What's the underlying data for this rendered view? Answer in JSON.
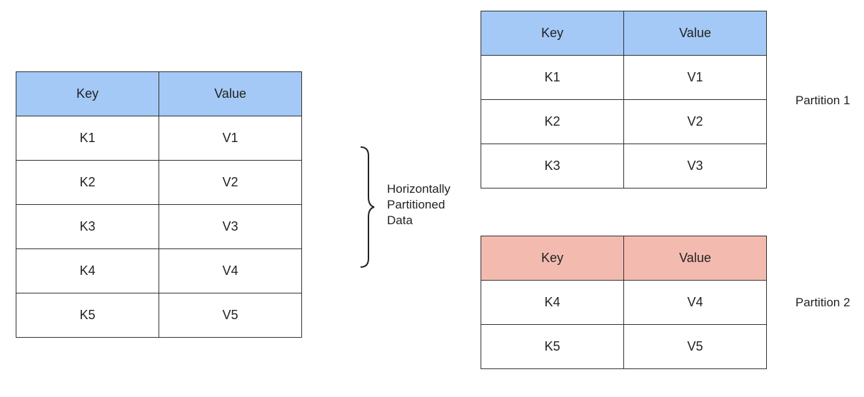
{
  "source_table": {
    "headers": [
      "Key",
      "Value"
    ],
    "header_color": "#a4c9f7",
    "rows": [
      [
        "K1",
        "V1"
      ],
      [
        "K2",
        "V2"
      ],
      [
        "K3",
        "V3"
      ],
      [
        "K4",
        "V4"
      ],
      [
        "K5",
        "V5"
      ]
    ]
  },
  "brace_label": [
    "Horizontally",
    "Partitioned",
    "Data"
  ],
  "partition1": {
    "label": "Partition 1",
    "headers": [
      "Key",
      "Value"
    ],
    "header_color": "#a4c9f7",
    "rows": [
      [
        "K1",
        "V1"
      ],
      [
        "K2",
        "V2"
      ],
      [
        "K3",
        "V3"
      ]
    ]
  },
  "partition2": {
    "label": "Partition 2",
    "headers": [
      "Key",
      "Value"
    ],
    "header_color": "#f3bbb0",
    "rows": [
      [
        "K4",
        "V4"
      ],
      [
        "K5",
        "V5"
      ]
    ]
  }
}
